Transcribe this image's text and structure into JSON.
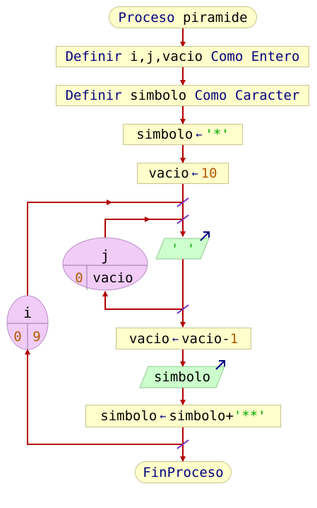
{
  "nodes": {
    "start": {
      "kw": "Proceso",
      "name": "piramide"
    },
    "def1": {
      "kw1": "Definir",
      "vars": "i,j,vacio",
      "kw2": "Como",
      "type": "Entero"
    },
    "def2": {
      "kw1": "Definir",
      "vars": "simbolo",
      "kw2": "Como",
      "type": "Caracter"
    },
    "assign1": {
      "lhs": "simbolo",
      "op": "←",
      "rhs": "'*'"
    },
    "assign2": {
      "lhs": "vacio",
      "op": "←",
      "rhs": "10"
    },
    "write1": {
      "text": "' '"
    },
    "assign3": {
      "lhs": "vacio",
      "op": "←",
      "rhs_var": "vacio-",
      "rhs_num": "1"
    },
    "write2": {
      "text": "simbolo"
    },
    "assign4": {
      "lhs": "simbolo",
      "op": "←",
      "rhs_var": "simbolo+",
      "rhs_str": "'**'"
    },
    "end": {
      "text": "FinProceso"
    }
  },
  "loops": {
    "outer": {
      "var": "i",
      "from": "0",
      "to": "9"
    },
    "inner": {
      "var": "j",
      "from": "0",
      "to": "vacio"
    }
  },
  "colors": {
    "process_fill": "#ffffcc",
    "io_fill": "#ccffcc",
    "loop_fill": "#f0ccf7",
    "flow_line": "#b30000",
    "loop_mark": "#7a2ec0",
    "keyword": "#00007f",
    "string": "#00aa00",
    "number": "#b35b00"
  }
}
